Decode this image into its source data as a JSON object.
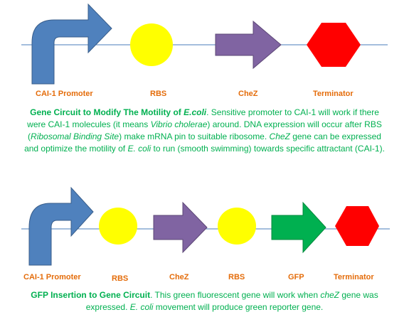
{
  "circuit1": {
    "labels": {
      "promoter": "CAI-1 Promoter",
      "rbs": "RBS",
      "chez": "CheZ",
      "terminator": "Terminator"
    },
    "caption": {
      "title": "Gene Circuit to Modify The Motility of ",
      "title_italic": "E.coli",
      "text1": ". Sensitive promoter to CAI-1 will work if there were CAI-1 molecules (it means ",
      "italic1": "Vibrio cholerae",
      "text2": ") around. DNA expression will occur after RBS (",
      "italic2": "Ribosomal Binding Site",
      "text3": ") make mRNA pin to suitable ribosome. ",
      "italic3": "CheZ",
      "text4": " gene can be expressed and optimize the motility of ",
      "italic4": "E. coli",
      "text5": " to run (smooth swimming) towards specific attractant (CAI-1)."
    }
  },
  "circuit2": {
    "labels": {
      "promoter": "CAI-1 Promoter",
      "rbs1": "RBS",
      "chez": "CheZ",
      "rbs2": "RBS",
      "gfp": "GFP",
      "terminator": "Terminator"
    },
    "caption": {
      "title": "GFP Insertion to Gene Circuit",
      "text1": ". This green fluorescent gene will work when ",
      "italic1": "cheZ",
      "text2": " gene was expressed. ",
      "italic2": "E. coli",
      "text3": " movement will produce green reporter gene."
    }
  },
  "colors": {
    "promoter": "#4f81bd",
    "rbs": "#ffff00",
    "chez": "#8064a2",
    "gfp": "#00b050",
    "terminator": "#ff0000",
    "label": "#e46c0a",
    "caption": "#00b050",
    "line": "#4a7ebb"
  }
}
